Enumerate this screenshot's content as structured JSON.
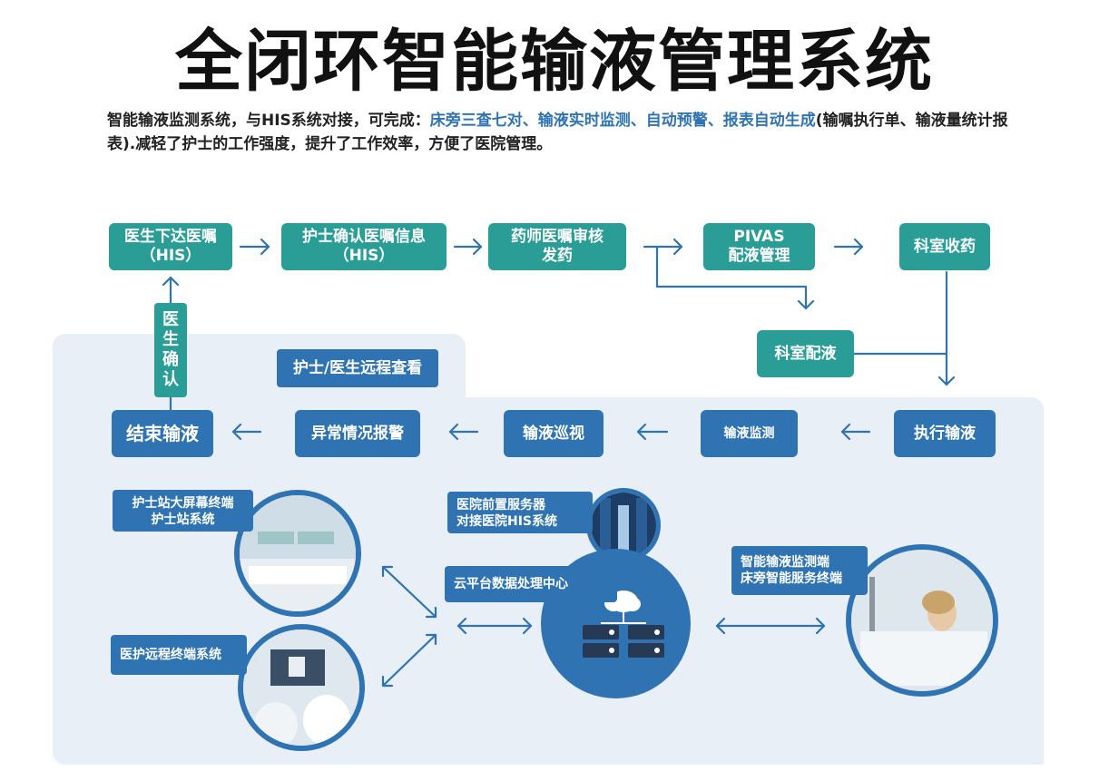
{
  "title": "全闭环智能输液管理系统",
  "intro": {
    "part1": "智能输液监测系统，与HIS系统对接，可完成：",
    "highlight": "床旁三查七对、输液实时监测、自动预警、报表自动生成",
    "part2": "(输嘱执行单、输液量统计报表).减轻了护士的工作强度，提升了工作效率，方便了医院管理。"
  },
  "flow": {
    "doctor_order_l1": "医生下达医嘱",
    "doctor_order_l2": "（HIS）",
    "nurse_confirm_l1": "护士确认医嘱信息",
    "nurse_confirm_l2": "（HIS）",
    "pharmacist_l1": "药师医嘱审核",
    "pharmacist_l2": "发药",
    "pivas_l1": "PIVAS",
    "pivas_l2": "配液管理",
    "dept_receive": "科室收药",
    "dept_dispense": "科室配液",
    "remote_view": "护士/医生远程查看",
    "doctor_confirm": [
      "医",
      "生",
      "确",
      "认"
    ],
    "end_infusion": "结束输液",
    "alarm": "异常情况报警",
    "patrol": "输液巡视",
    "monitor": "输液监测",
    "execute": "执行输液"
  },
  "terminals": {
    "nurse_station_l1": "护士站大屏幕终端",
    "nurse_station_l2": "护士站系统",
    "remote_terminal": "医护远程终端系统",
    "front_server_l1": "医院前置服务器",
    "front_server_l2": "对接医院HIS系统",
    "cloud_center": "云平台数据处理中心",
    "bedside_l1": "智能输液监测端",
    "bedside_l2": "床旁智能服务终端"
  },
  "colors": {
    "teal": "#2a9d97",
    "blue": "#2f73b2",
    "panel": "#e8eff7",
    "highlight": "#2f73b2"
  }
}
